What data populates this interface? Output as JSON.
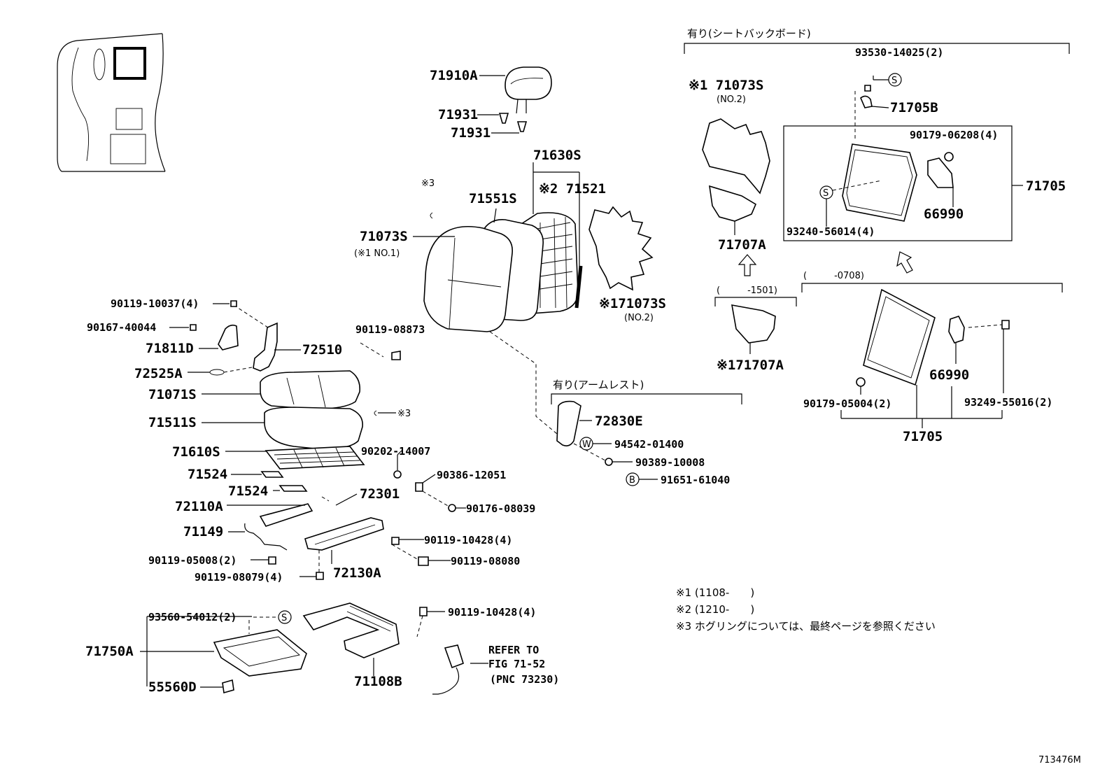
{
  "figure_id": "713476M",
  "group_labels": {
    "seatback_board": "有り(シートバックボード)",
    "armrest": "有り(アームレスト)",
    "range_1501": "(　　　-1501)",
    "range_0708": "(　　　-0708)"
  },
  "parts": {
    "p71910A": "71910A",
    "p71931a": "71931",
    "p71931b": "71931",
    "p71630S": "71630S",
    "p71521": "※2 71521",
    "p71551S": "71551S",
    "p71073S": "71073S",
    "p71073S_note": "(※1 NO.1)",
    "p71073S_no2_left": "※171073S",
    "p71073S_no2_left_note": "(NO.2)",
    "p71073S_no2_right": "※1 71073S",
    "p71073S_no2_right_note": "(NO.2)",
    "p90119_10037": "90119-10037(4)",
    "p90167_40044": "90167-40044",
    "p71811D": "71811D",
    "p72510": "72510",
    "p90119_08873": "90119-08873",
    "p72525A": "72525A",
    "p71071S": "71071S",
    "p71511S": "71511S",
    "p71610S": "71610S",
    "p90202_14007": "90202-14007",
    "p71524a": "71524",
    "p90386_12051": "90386-12051",
    "p71524b": "71524",
    "p72301": "72301",
    "p72110A": "72110A",
    "p90176_08039": "90176-08039",
    "p71149": "71149",
    "p90119_10428a": "90119-10428(4)",
    "p90119_08080": "90119-08080",
    "p90119_05008": "90119-05008(2)",
    "p90119_08079": "90119-08079(4)",
    "p72130A": "72130A",
    "p93560_54012": "93560-54012(2)",
    "p90119_10428b": "90119-10428(4)",
    "p71750A": "71750A",
    "p55560D": "55560D",
    "p71108B": "71108B",
    "refer1": "REFER TO",
    "refer2": "FIG 71-52",
    "refer3": "(PNC 73230)",
    "p72830E": "72830E",
    "p94542_01400": "94542-01400",
    "p90389_10008": "90389-10008",
    "p91651_61040": "91651-61040",
    "p93530_14025": "93530-14025(2)",
    "p71705B": "71705B",
    "p90179_06208": "90179-06208(4)",
    "p71705a": "71705",
    "p66990a": "66990",
    "p93240_56014": "93240-56014(4)",
    "p71707A_top": "71707A",
    "p71707A_bottom": "※171707A",
    "p66990b": "66990",
    "p90179_05004": "90179-05004(2)",
    "p93249_55016": "93249-55016(2)",
    "p71705b": "71705",
    "note3_small": "※3"
  },
  "symbols": {
    "s": "S",
    "w": "W",
    "b": "B",
    "note_mark": "※3"
  },
  "notes": [
    "※1 (1108-　　)",
    "※2 (1210-　　)",
    "※3 ホグリングについては、最終ページを参照ください"
  ]
}
